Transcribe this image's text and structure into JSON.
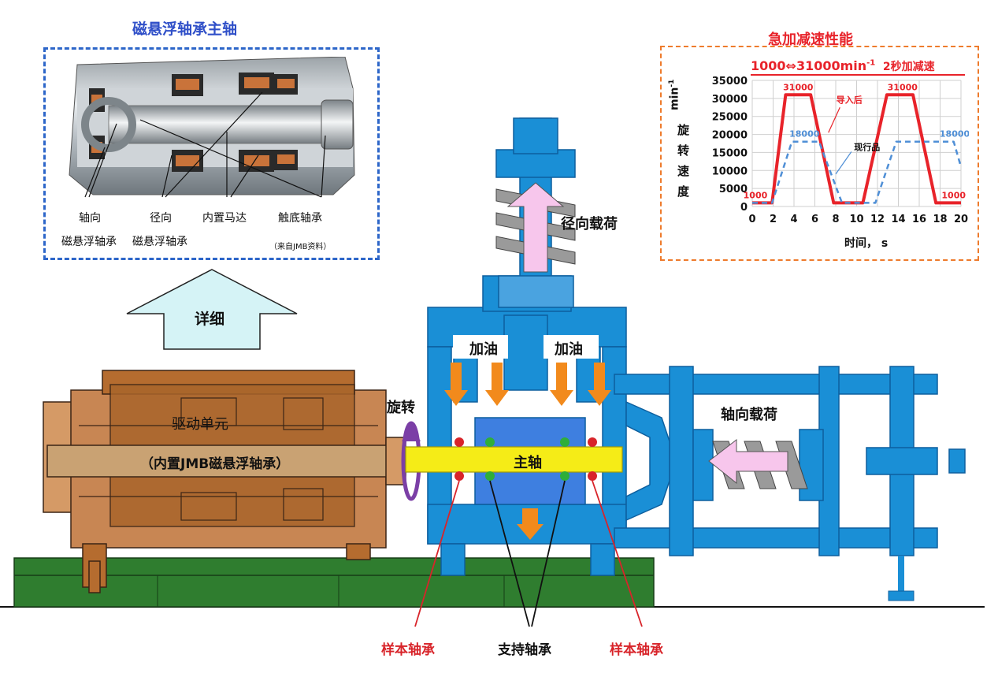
{
  "colors": {
    "machine_blue": "#1a8fd6",
    "dark_blue": "#0d5f9e",
    "shaft_yellow": "#f5ec17",
    "arrow_orange": "#f28a1c",
    "arrow_pink": "#f7c6ec",
    "drive_brown": "#b56c2f",
    "base_green": "#2f7d2f",
    "red_label": "#d8242a",
    "title_blue": "#2f4fc8",
    "dash_blue": "#2d66c9",
    "dash_orange": "#ee7b2c"
  },
  "photo_panel": {
    "title": "磁悬浮轴承主轴",
    "labels": {
      "axial_1": "轴向",
      "axial_2": "磁悬浮轴承",
      "radial_1": "径向",
      "radial_2": "磁悬浮轴承",
      "motor": "内置马达",
      "touchdown": "触底轴承",
      "source": "（来自JMB资料）"
    }
  },
  "detail_arrow": {
    "label": "详细"
  },
  "drive_unit": {
    "line1": "驱动单元",
    "line2": "（内置JMB磁悬浮轴承）"
  },
  "rig_labels": {
    "rotation": "旋转",
    "oil_left": "加油",
    "oil_right": "加油",
    "main_shaft": "主轴",
    "radial_load": "径向载荷",
    "axial_load": "轴向载荷",
    "sample_left": "样本轴承",
    "support": "支持轴承",
    "sample_right": "样本轴承"
  },
  "chart_data": {
    "type": "line",
    "title": "急加减速性能",
    "subtitle_main": "1000⇔31000min",
    "subtitle_sup": "-1",
    "subtitle_note": "2秒加减速",
    "ylabel_unit": "min",
    "ylabel_unit_sup": "-1",
    "ylabel_chars": [
      "旋",
      "转",
      "速",
      "度"
    ],
    "xlabel": "时间， s",
    "xlim": [
      0,
      20
    ],
    "ylim": [
      0,
      35000
    ],
    "xticks": [
      0,
      2,
      4,
      6,
      8,
      10,
      12,
      14,
      16,
      18,
      20
    ],
    "yticks": [
      0,
      5000,
      10000,
      15000,
      20000,
      25000,
      30000,
      35000
    ],
    "grid": true,
    "series": [
      {
        "name": "导入后",
        "color": "#e8232a",
        "dash": false,
        "x": [
          0,
          1.9,
          3.2,
          5.6,
          7.8,
          10.6,
          12.9,
          15.4,
          17.6,
          20
        ],
        "y": [
          1000,
          1000,
          31000,
          31000,
          1000,
          1000,
          31000,
          31000,
          1000,
          1000
        ]
      },
      {
        "name": "现行品",
        "color": "#4f8fd6",
        "dash": true,
        "x": [
          0,
          1.9,
          3.8,
          6.4,
          8.6,
          11.8,
          13.8,
          16.2,
          19.3,
          20
        ],
        "y": [
          1000,
          1000,
          18000,
          18000,
          1000,
          1000,
          18000,
          18000,
          18000,
          11000
        ]
      }
    ],
    "annotations": [
      {
        "text": "31000",
        "x": 4.4,
        "y": 31000,
        "color": "#e8232a"
      },
      {
        "text": "31000",
        "x": 14.4,
        "y": 31000,
        "color": "#e8232a"
      },
      {
        "text": "1000",
        "x": 0.3,
        "y": 1000,
        "color": "#e8232a"
      },
      {
        "text": "1000",
        "x": 19.3,
        "y": 1000,
        "color": "#e8232a"
      },
      {
        "text": "18000",
        "x": 5.0,
        "y": 18000,
        "color": "#4f8fd6"
      },
      {
        "text": "18000",
        "x": 19.4,
        "y": 18000,
        "color": "#4f8fd6"
      }
    ]
  }
}
